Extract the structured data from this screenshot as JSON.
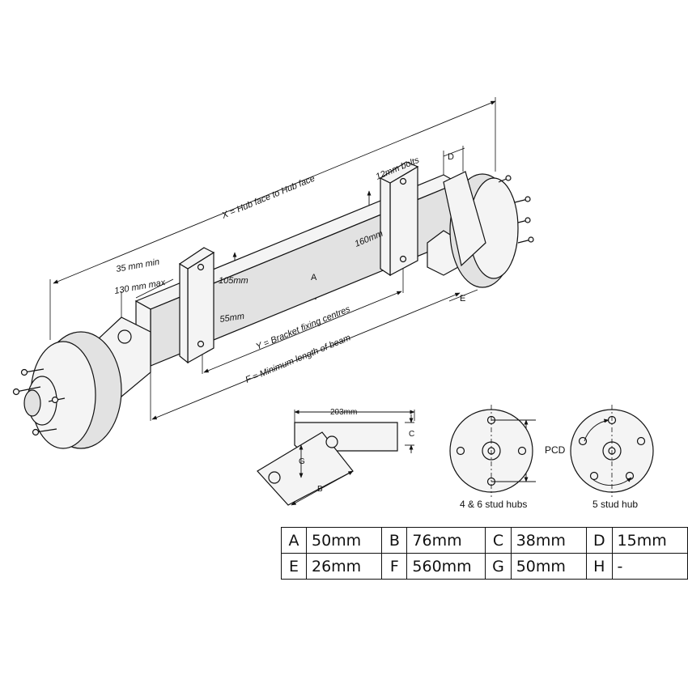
{
  "labels": {
    "hub_face": "X = Hub face to Hub face",
    "bolts": "12mm bolts",
    "dim_d": "D",
    "h160": "160mm",
    "dim_a": "A",
    "h105": "105mm",
    "h55": "55mm",
    "offset_min": "35 mm min",
    "offset_max": "130 mm max",
    "bracket_centres": "Y = Bracket fixing centres",
    "min_beam": "F = Minimum length of beam",
    "dim_e": "E",
    "w203": "203mm",
    "dim_c": "C",
    "dim_g": "G",
    "dim_b": "B",
    "pcd": "PCD",
    "hub_46": "4 & 6 stud hubs",
    "hub_5": "5 stud hub"
  },
  "table": {
    "rows": [
      [
        {
          "k": "A",
          "v": "50mm"
        },
        {
          "k": "B",
          "v": "76mm"
        },
        {
          "k": "C",
          "v": "38mm"
        },
        {
          "k": "D",
          "v": "15mm"
        }
      ],
      [
        {
          "k": "E",
          "v": "26mm"
        },
        {
          "k": "F",
          "v": "560mm"
        },
        {
          "k": "G",
          "v": "50mm"
        },
        {
          "k": "H",
          "v": "-"
        }
      ]
    ]
  }
}
